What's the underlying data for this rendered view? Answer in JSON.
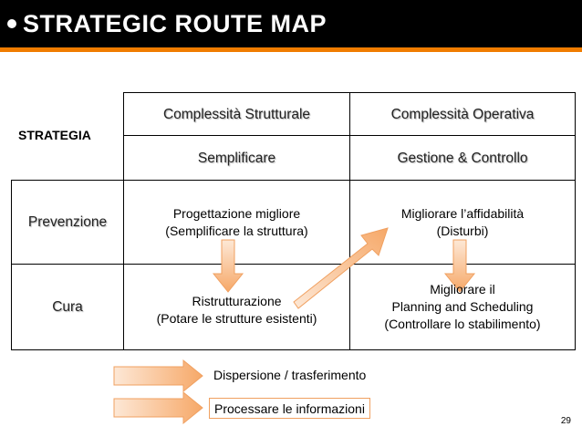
{
  "header": {
    "title": "STRATEGIC ROUTE MAP"
  },
  "table": {
    "corner_label": "STRATEGIA",
    "columns": [
      {
        "title": "Complessità Strutturale",
        "subtitle": "Semplificare"
      },
      {
        "title": "Complessità Operativa",
        "subtitle": "Gestione & Controllo"
      }
    ],
    "rows": [
      {
        "label": "Prevenzione",
        "cells": [
          [
            "Progettazione migliore",
            "(Semplificare la struttura)"
          ],
          [
            "Migliorare l’affidabilità",
            "(Disturbi)"
          ]
        ]
      },
      {
        "label": "Cura",
        "cells": [
          [
            "Ristrutturazione",
            "(Potare le strutture esistenti)"
          ],
          [
            "Migliorare il",
            "Planning and Scheduling",
            "(Controllare lo stabilimento)"
          ]
        ]
      }
    ]
  },
  "legend": [
    {
      "label": "Dispersione / trasferimento"
    },
    {
      "label": "Processare le informazioni"
    }
  ],
  "colors": {
    "header_bg": "#000000",
    "accent": "#f07c00",
    "arrow_fill_light": "#fde3cc",
    "arrow_fill_dark": "#f5a060",
    "arrow_stroke": "#f0a060"
  },
  "page_number": "29"
}
